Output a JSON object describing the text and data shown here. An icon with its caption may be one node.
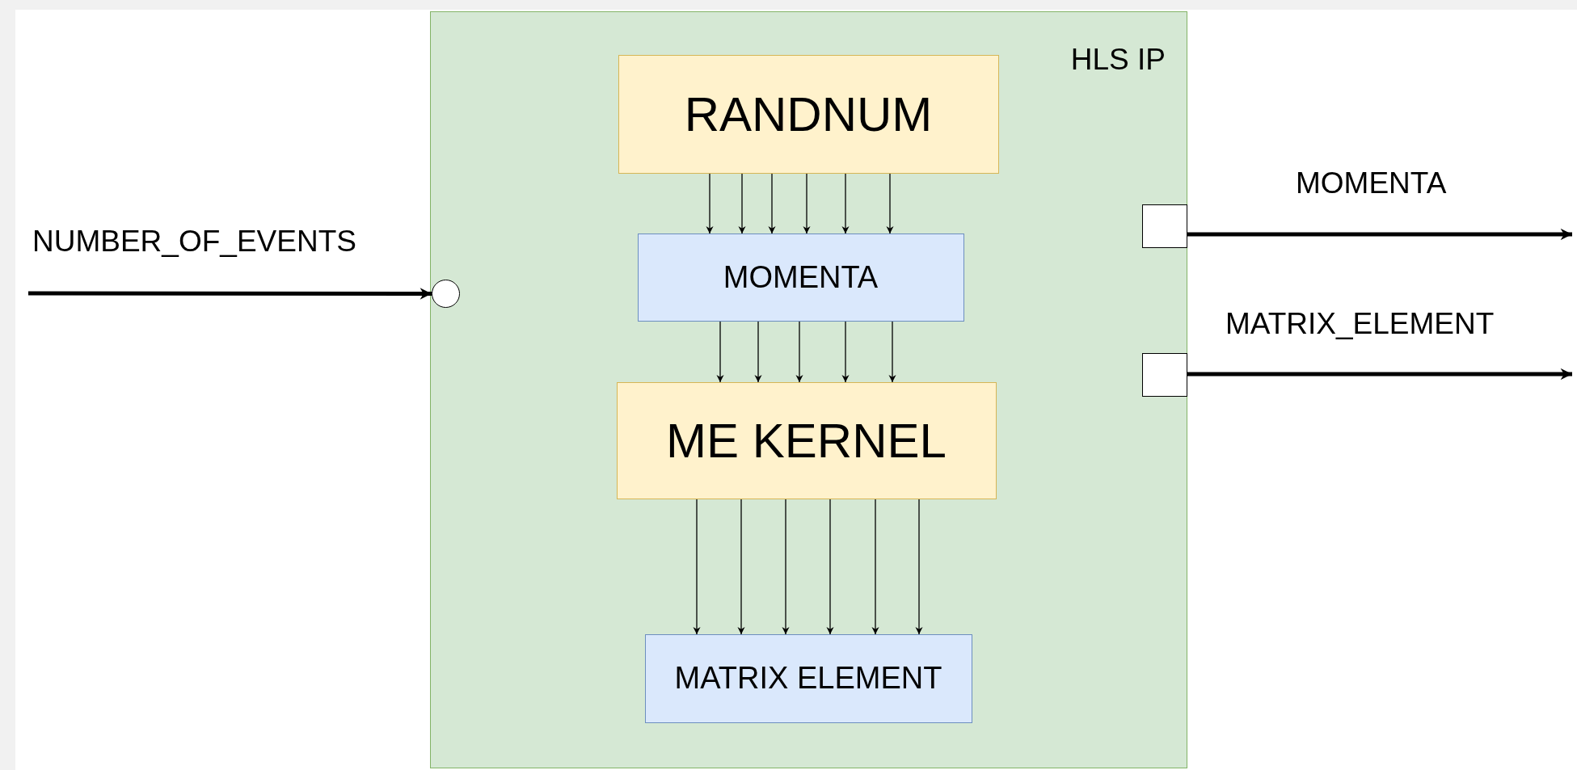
{
  "diagram": {
    "nodes": [
      {
        "text": [
          "HLS IP"
        ]
      },
      {
        "text": [
          "RANDNUM"
        ],
        "in": 0
      },
      {
        "text": [
          "MOMENTA"
        ],
        "in": 0
      },
      {
        "text": [
          "ME KERNEL"
        ],
        "in": 0
      },
      {
        "text": [
          "MATRIX ELEMENT"
        ],
        "in": 0
      },
      {
        "text": [],
        "shape": "circle",
        "in": 0
      },
      {
        "text": [],
        "shape": "box",
        "in": 0
      },
      {
        "text": [],
        "shape": "box",
        "in": 0
      }
    ],
    "edges": [
      {
        "from": null,
        "to": 5,
        "arrow": "to",
        "label": "NUMBER_OF_EVENTS",
        "style": "thick"
      },
      {
        "from": 6,
        "to": null,
        "arrow": "to",
        "label": "MOMENTA",
        "style": "thick"
      },
      {
        "from": 7,
        "to": null,
        "arrow": "to",
        "label": "MATRIX_ELEMENT",
        "style": "thick"
      },
      {
        "from": 1,
        "to": 2,
        "arrow": "to"
      },
      {
        "from": 1,
        "to": 2,
        "arrow": "to"
      },
      {
        "from": 1,
        "to": 2,
        "arrow": "to"
      },
      {
        "from": 1,
        "to": 2,
        "arrow": "to"
      },
      {
        "from": 1,
        "to": 2,
        "arrow": "to"
      },
      {
        "from": 1,
        "to": 2,
        "arrow": "to"
      },
      {
        "from": 2,
        "to": 3,
        "arrow": "to"
      },
      {
        "from": 2,
        "to": 3,
        "arrow": "to"
      },
      {
        "from": 2,
        "to": 3,
        "arrow": "to"
      },
      {
        "from": 2,
        "to": 3,
        "arrow": "to"
      },
      {
        "from": 2,
        "to": 3,
        "arrow": "to"
      },
      {
        "from": 3,
        "to": 4,
        "arrow": "to"
      },
      {
        "from": 3,
        "to": 4,
        "arrow": "to"
      },
      {
        "from": 3,
        "to": 4,
        "arrow": "to"
      },
      {
        "from": 3,
        "to": 4,
        "arrow": "to"
      },
      {
        "from": 3,
        "to": 4,
        "arrow": "to"
      },
      {
        "from": 3,
        "to": 4,
        "arrow": "to"
      }
    ]
  }
}
